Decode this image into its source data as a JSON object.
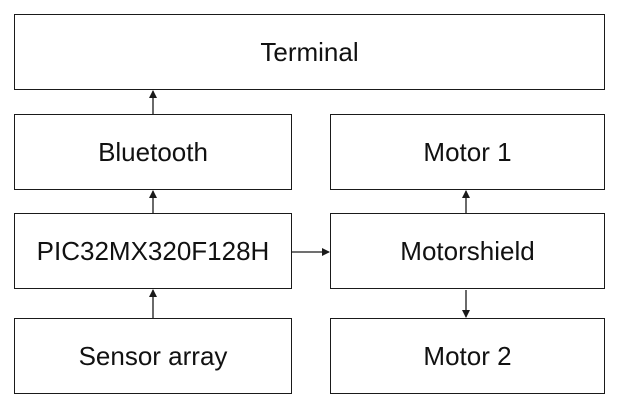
{
  "diagram": {
    "blocks": {
      "terminal": "Terminal",
      "bluetooth": "Bluetooth",
      "microcontroller": "PIC32MX320F128H",
      "sensor_array": "Sensor array",
      "motor1": "Motor 1",
      "motorshield": "Motorshield",
      "motor2": "Motor 2"
    },
    "connections": [
      {
        "from": "sensor_array",
        "to": "microcontroller"
      },
      {
        "from": "microcontroller",
        "to": "bluetooth"
      },
      {
        "from": "bluetooth",
        "to": "terminal"
      },
      {
        "from": "microcontroller",
        "to": "motorshield"
      },
      {
        "from": "motorshield",
        "to": "motor1"
      },
      {
        "from": "motorshield",
        "to": "motor2"
      }
    ],
    "colors": {
      "stroke": "#1a1a1a",
      "text": "#111111",
      "background": "#ffffff"
    }
  }
}
